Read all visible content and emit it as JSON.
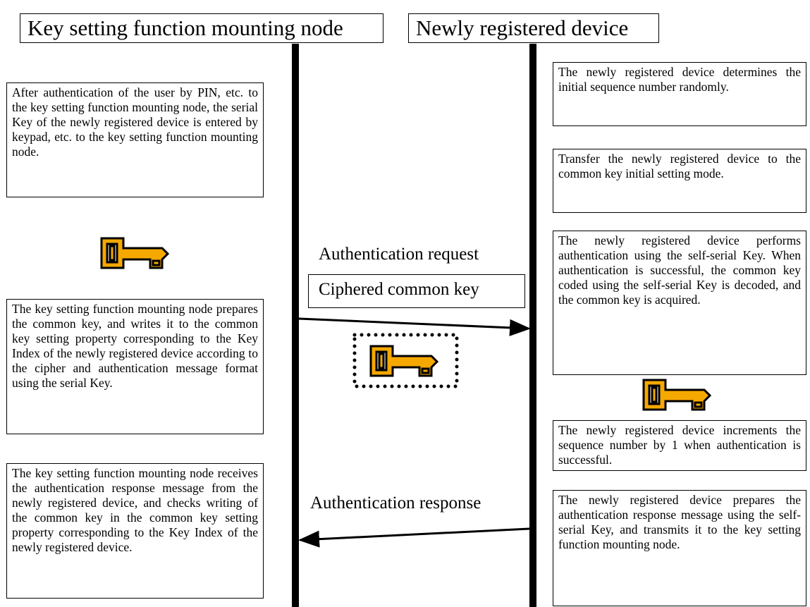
{
  "headers": {
    "left": "Key setting function mounting node",
    "right": "Newly registered device"
  },
  "left_notes": [
    "After authentication of the user by PIN, etc. to the key setting function mounting node, the serial Key of the newly registered device is entered by keypad, etc. to the key setting function mounting node.",
    "The key setting function mounting node prepares the common key, and writes it to the common key setting property corresponding to the Key Index of the newly registered device according to the cipher and authentication message format using the serial Key.",
    "The key setting function mounting node receives the authentication response message from the newly registered device, and checks writing of the common key in the common key setting property corresponding to the Key Index of the newly registered device."
  ],
  "right_notes": [
    "The newly registered device determines the initial sequence number randomly.",
    "Transfer the newly registered device to the common key initial setting mode.",
    "The newly registered device performs authentication using the self-serial Key. When authentication is successful, the common key coded using the self-serial Key is decoded, and the common key is acquired.",
    "The newly registered device increments the sequence number by 1 when authentication is successful.",
    "The newly registered device prepares the authentication response message using the self-serial Key, and transmits it to the key setting function mounting node."
  ],
  "messages": {
    "auth_request": "Authentication request",
    "ciphered_common_key": "Ciphered common key",
    "auth_response": "Authentication response"
  },
  "colors": {
    "key_fill": "#F5A800",
    "key_outline": "#000000",
    "line": "#000000"
  },
  "icons": [
    "key-icon",
    "key-icon",
    "key-icon"
  ]
}
